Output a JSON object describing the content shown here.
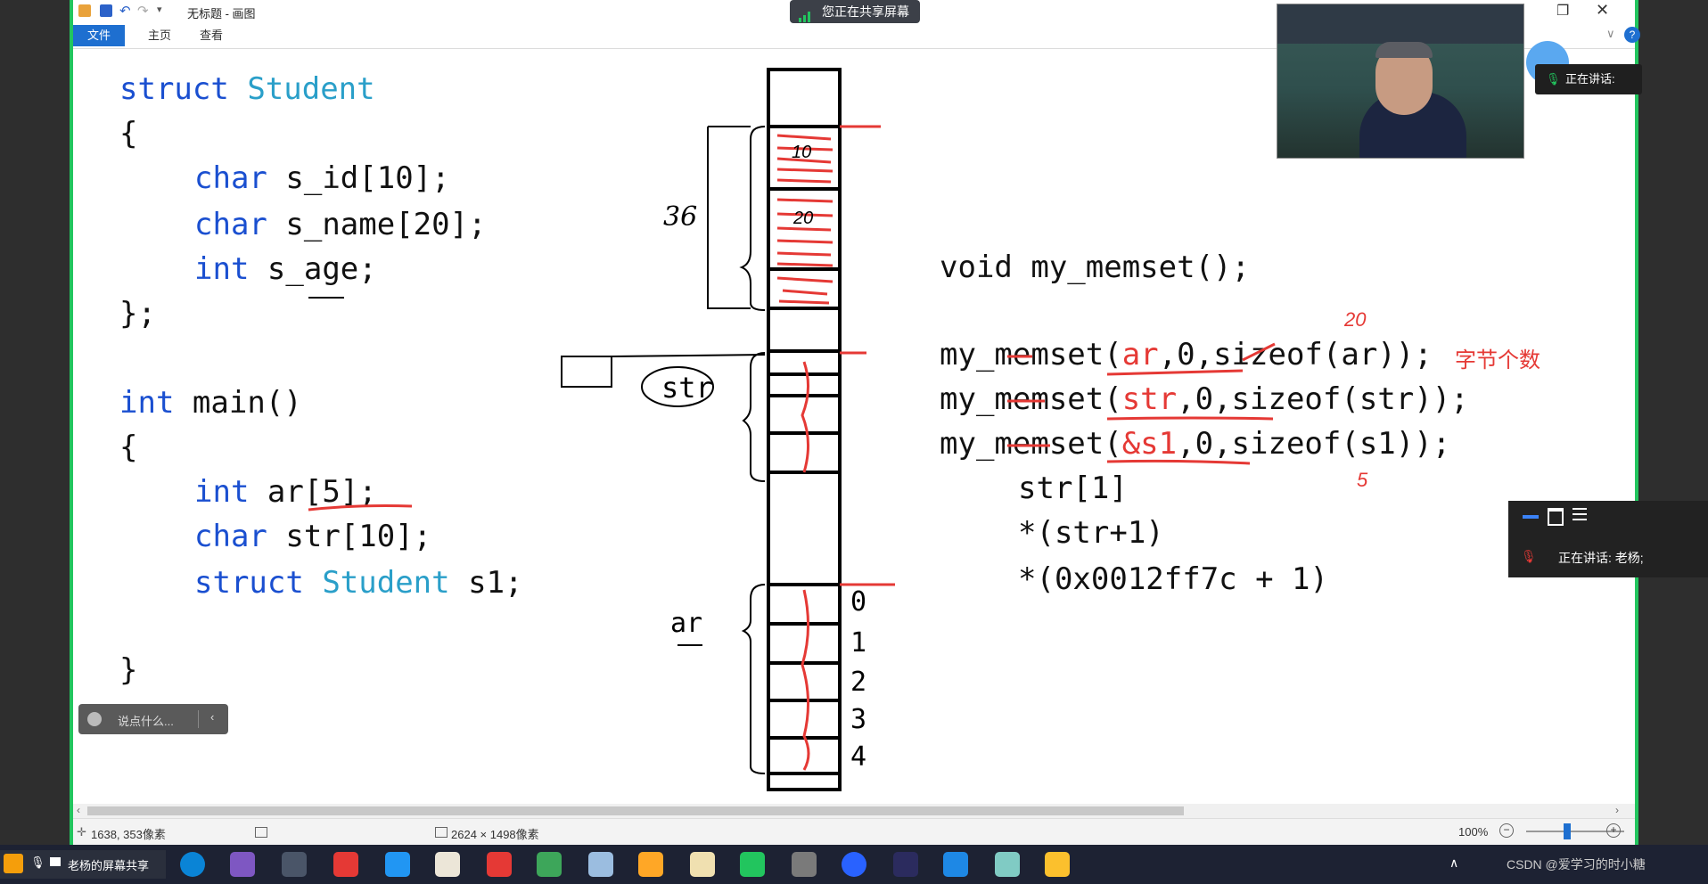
{
  "window": {
    "title": "无标题 - 画图"
  },
  "ribbon": {
    "tabs": [
      "文件",
      "主页",
      "查看"
    ]
  },
  "sharing": {
    "label": "您正在共享屏幕"
  },
  "speaking_mini": {
    "label": "正在讲话:"
  },
  "speaker_panel": {
    "label": "正在讲话: 老杨;"
  },
  "chat": {
    "placeholder": "说点什么..."
  },
  "status": {
    "cursor_pos": "1638, 353像素",
    "image_size": "2624 × 1498像素",
    "zoom": "100%"
  },
  "taskbar": {
    "share_label": "老杨的屏幕共享",
    "watermark": "CSDN @爱学习的时小糖"
  },
  "code_left": {
    "l1_kw": "struct",
    "l1_ty": "Student",
    "l2": "{",
    "l3_kw": "char",
    "l3": "s_id[10];",
    "l4_kw": "char",
    "l4": "s_name[20];",
    "l5_kw": "int",
    "l5": "s_age;",
    "l6": "};",
    "l7_kw": "int",
    "l7": "main()",
    "l8": "{",
    "l9_kw": "int",
    "l9": "ar[5];",
    "l10_kw": "char",
    "l10": "str[10];",
    "l11_kw": "struct",
    "l11_ty": "Student",
    "l11": "s1;",
    "l12": "}"
  },
  "code_right": {
    "r1": "void my_memset();",
    "r2_a": "my_memset(",
    "r2_b": "ar",
    "r2_c": ",0,sizeof(ar));",
    "r3_a": "my_memset(",
    "r3_b": "str",
    "r3_c": ",0,sizeof(str));",
    "r4_a": "my_memset(",
    "r4_b": "&s1",
    "r4_c": ",0,sizeof(s1));",
    "r5": "str[1]",
    "r6": "*(str+1)",
    "r7": "*(0x0012ff7c + 1)"
  },
  "annotations": {
    "n36": "36",
    "str_label": "str",
    "ar_label": "ar",
    "n10": "10",
    "n20": "20",
    "n20b": "20",
    "n5": "5",
    "bytes_label": "字节个数",
    "idx": [
      "0",
      "1",
      "2",
      "3",
      "4"
    ]
  },
  "colors": {
    "accent": "#1e6fd0",
    "share_green": "#22c55e",
    "ink_red": "#e53935",
    "keyword": "#1a4fd0",
    "type": "#2a9fc9"
  }
}
